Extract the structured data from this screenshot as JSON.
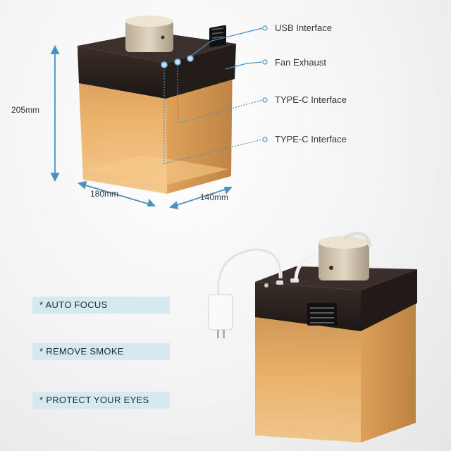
{
  "callouts": {
    "usb": "USB Interface",
    "fan": "Fan Exhaust",
    "typec1": "TYPE-C Interface",
    "typec2": "TYPE-C Interface"
  },
  "dimensions": {
    "height": "205mm",
    "width": "180mm",
    "depth": "140mm"
  },
  "features": [
    {
      "label": "* AUTO FOCUS"
    },
    {
      "label": "* REMOVE SMOKE"
    },
    {
      "label": "* PROTECT YOUR EYES"
    }
  ],
  "colors": {
    "accent": "#4a90c2",
    "body_orange": "#e39a3e",
    "lid_dark": "#2b2220",
    "feature_bg": "#d6e9f1"
  }
}
